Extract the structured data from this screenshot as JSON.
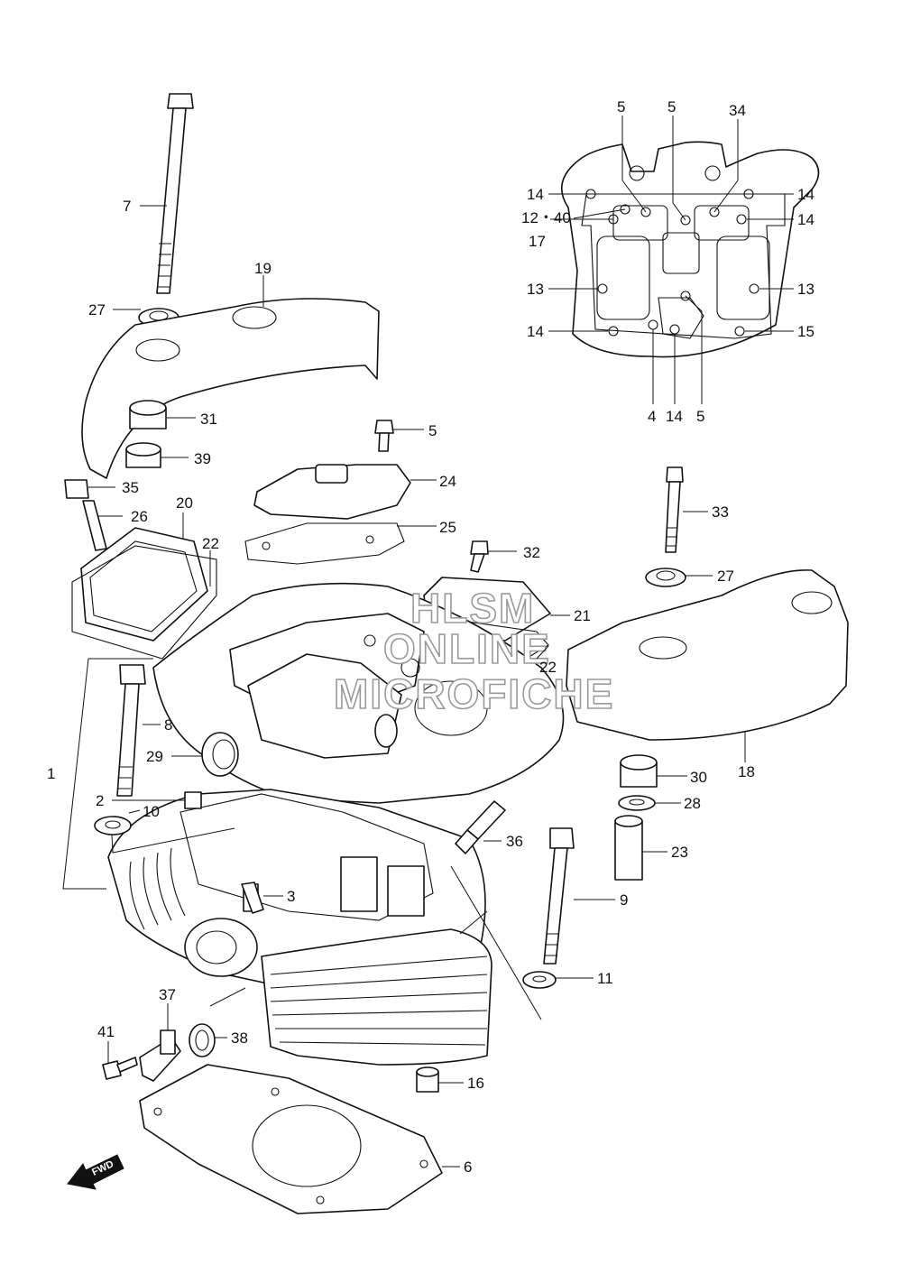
{
  "watermark": {
    "line1": "HLSM",
    "line2": "ONLINE",
    "line3": "MICROFICHE"
  },
  "fwd_arrow": {
    "label": "FWD"
  },
  "callouts": {
    "c1": "1",
    "c2": "2",
    "c3": "3",
    "c4": "4",
    "c5a": "5",
    "c5b": "5",
    "c5c": "5",
    "c5d": "5",
    "c6": "6",
    "c7": "7",
    "c8": "8",
    "c9": "9",
    "c10": "10",
    "c11": "11",
    "c12_40": "12・40",
    "c13a": "13",
    "c13b": "13",
    "c14a": "14",
    "c14b": "14",
    "c14c": "14",
    "c14d": "14",
    "c14e": "14",
    "c15": "15",
    "c16": "16",
    "c17": "17",
    "c18": "18",
    "c19": "19",
    "c20": "20",
    "c21": "21",
    "c22a": "22",
    "c22b": "22",
    "c23": "23",
    "c24": "24",
    "c25": "25",
    "c26": "26",
    "c27a": "27",
    "c27b": "27",
    "c28": "28",
    "c29": "29",
    "c30": "30",
    "c31": "31",
    "c32": "32",
    "c33": "33",
    "c34": "34",
    "c35": "35",
    "c36": "36",
    "c37": "37",
    "c38": "38",
    "c39": "39",
    "c41": "41"
  }
}
